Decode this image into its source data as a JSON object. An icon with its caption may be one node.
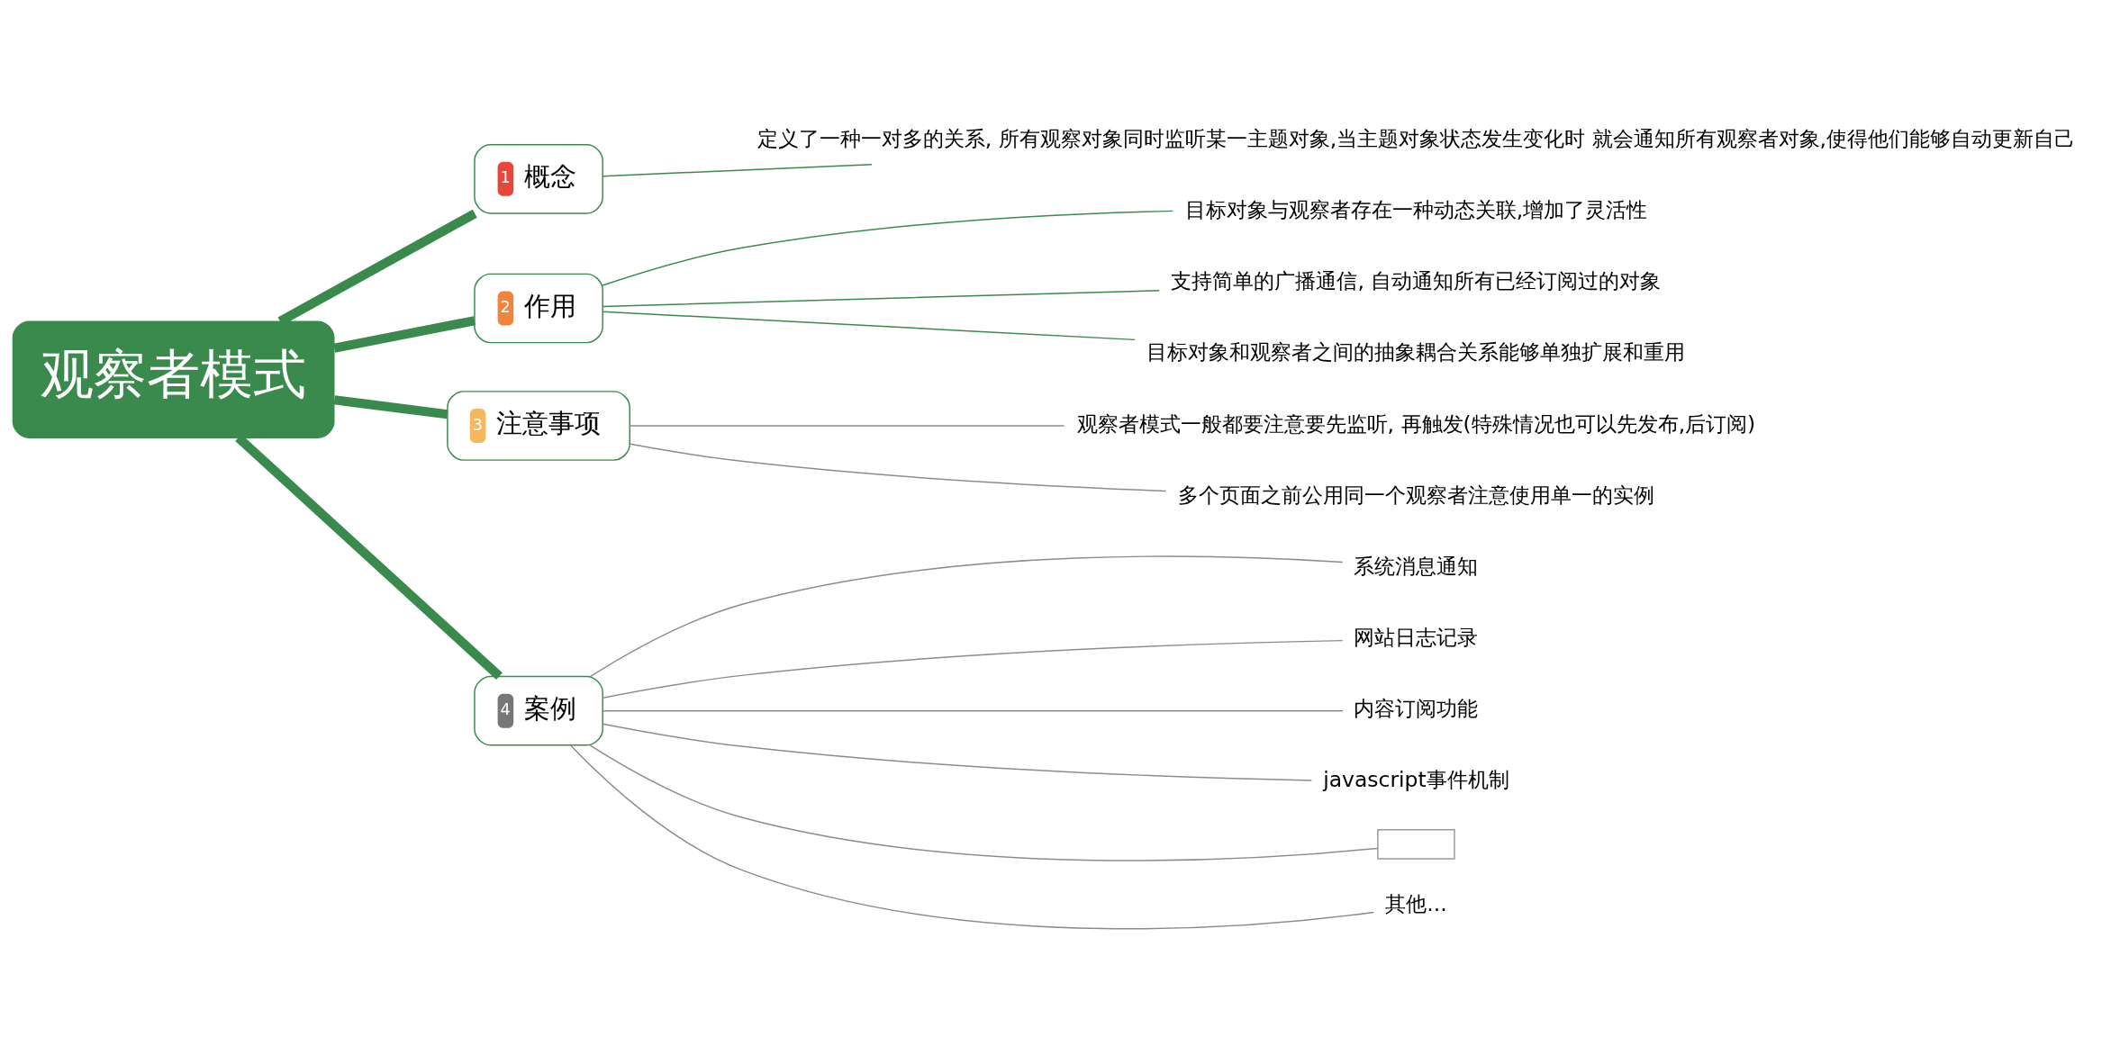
{
  "diagram": {
    "nodes": [
      {
        "text": [
          "观察者模式"
        ]
      },
      {
        "text": [
          "1",
          "概念"
        ]
      },
      {
        "text": [
          "定义了一种一对多的关系, 所有观察对象同时监听某一主题对象,当主题对象状态发生变化时 就会通知所有观察者对象,使得他们能够自动更新自己"
        ]
      },
      {
        "text": [
          "2",
          "作用"
        ]
      },
      {
        "text": [
          "目标对象与观察者存在一种动态关联,增加了灵活性"
        ]
      },
      {
        "text": [
          "支持简单的广播通信, 自动通知所有已经订阅过的对象"
        ]
      },
      {
        "text": [
          "目标对象和观察者之间的抽象耦合关系能够单独扩展和重用"
        ]
      },
      {
        "text": [
          "3",
          "注意事项"
        ]
      },
      {
        "text": [
          "观察者模式一般都要注意要先监听, 再触发(特殊情况也可以先发布,后订阅)"
        ]
      },
      {
        "text": [
          "多个页面之前公用同一个观察者注意使用单一的实例"
        ]
      },
      {
        "text": [
          "4",
          "案例"
        ]
      },
      {
        "text": [
          "系统消息通知"
        ]
      },
      {
        "text": [
          "网站日志记录"
        ]
      },
      {
        "text": [
          "内容订阅功能"
        ]
      },
      {
        "text": [
          "javascript事件机制"
        ]
      },
      {
        "text": [],
        "shape": "box"
      },
      {
        "text": [
          "其他..."
        ]
      }
    ],
    "edges": [
      {
        "from": 0,
        "to": 1,
        "arrow": "none",
        "style": "thick"
      },
      {
        "from": 0,
        "to": 3,
        "arrow": "none",
        "style": "thick"
      },
      {
        "from": 0,
        "to": 7,
        "arrow": "none",
        "style": "thick"
      },
      {
        "from": 0,
        "to": 10,
        "arrow": "none",
        "style": "thick"
      },
      {
        "from": 1,
        "to": 2,
        "arrow": "none"
      },
      {
        "from": 3,
        "to": 4,
        "arrow": "none"
      },
      {
        "from": 3,
        "to": 5,
        "arrow": "none"
      },
      {
        "from": 3,
        "to": 6,
        "arrow": "none"
      },
      {
        "from": 7,
        "to": 8,
        "arrow": "none",
        "color": "#8c8c8c"
      },
      {
        "from": 7,
        "to": 9,
        "arrow": "none",
        "color": "#8c8c8c"
      },
      {
        "from": 10,
        "to": 11,
        "arrow": "none",
        "color": "#8c8c8c"
      },
      {
        "from": 10,
        "to": 12,
        "arrow": "none",
        "color": "#8c8c8c"
      },
      {
        "from": 10,
        "to": 13,
        "arrow": "none",
        "color": "#8c8c8c"
      },
      {
        "from": 10,
        "to": 14,
        "arrow": "none",
        "color": "#8c8c8c"
      },
      {
        "from": 10,
        "to": 15,
        "arrow": "none",
        "color": "#8c8c8c"
      },
      {
        "from": 10,
        "to": 16,
        "arrow": "none",
        "color": "#8c8c8c"
      }
    ]
  }
}
